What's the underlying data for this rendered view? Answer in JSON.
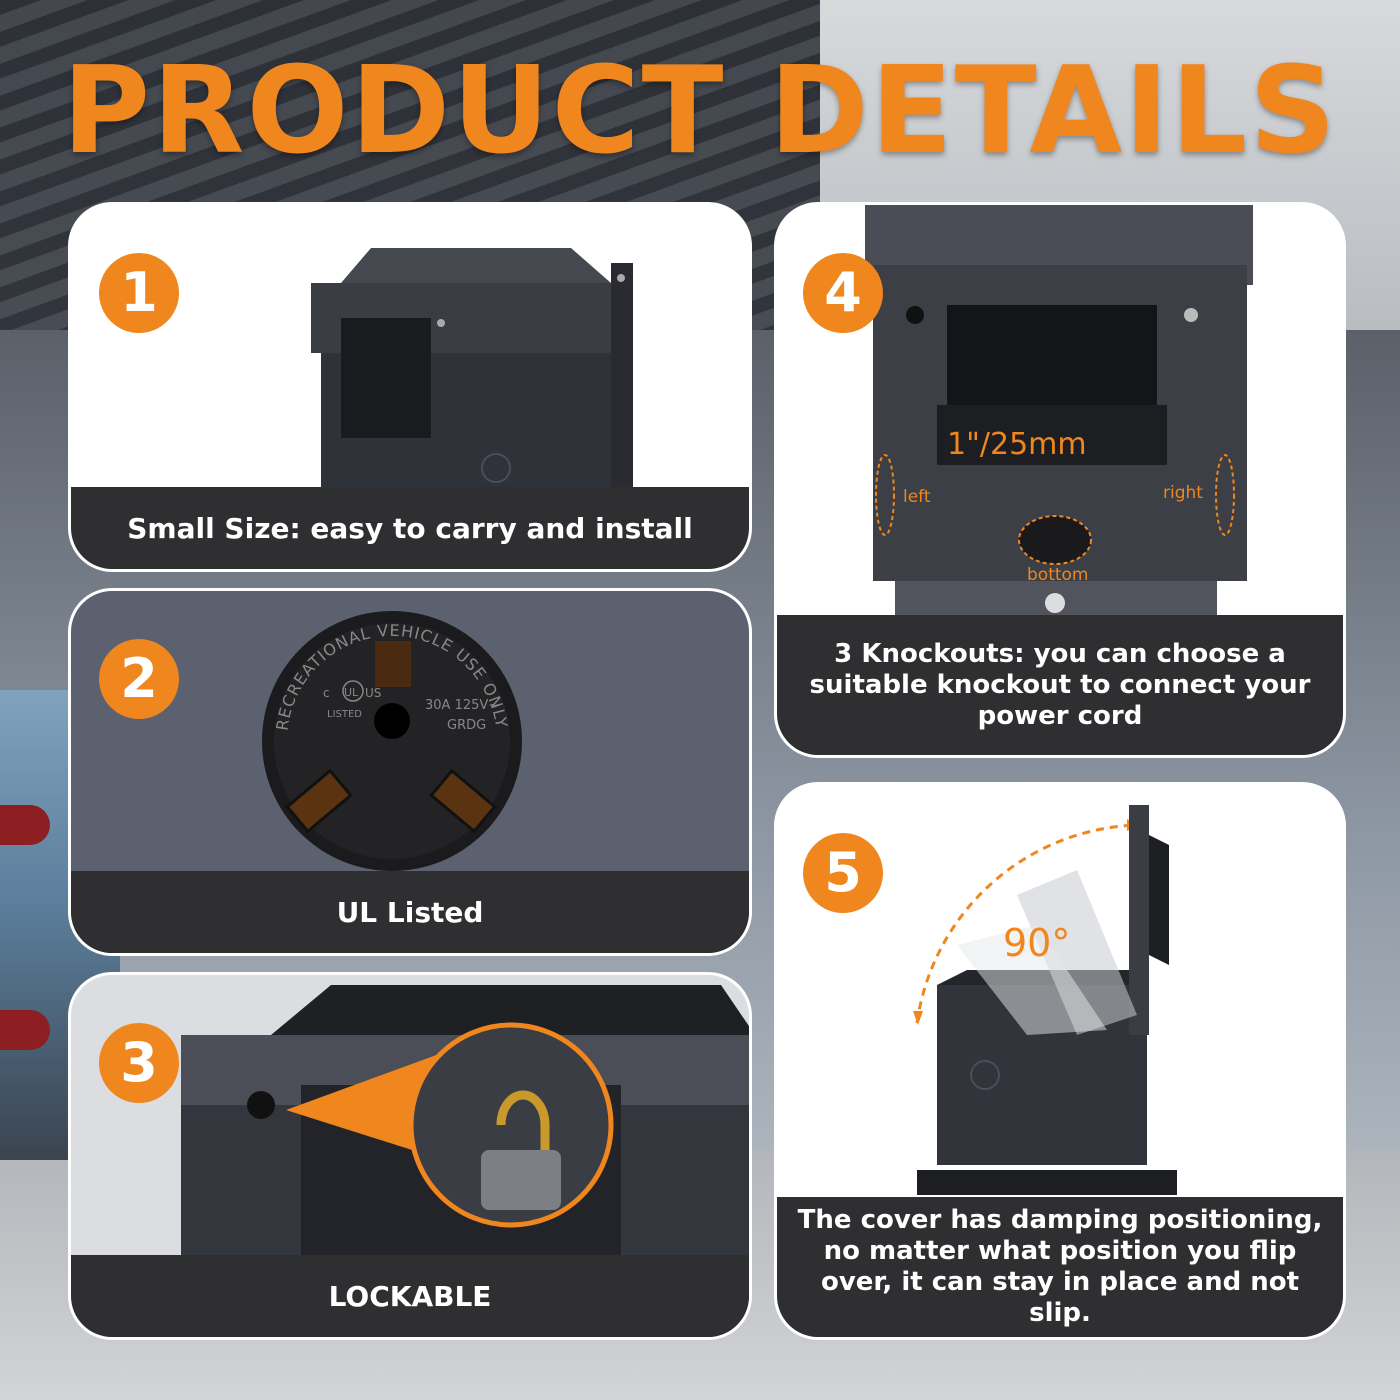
{
  "headline": "PRODUCT DETAILS",
  "accent_color": "#f0861e",
  "panels": [
    {
      "number": "1",
      "caption": "Small Size: easy to carry and install"
    },
    {
      "number": "2",
      "caption": "UL Listed",
      "outlet_ring_text": "RECREATIONAL VEHICLE USE ONLY",
      "outlet_mark": "UL",
      "outlet_mark_c": "c",
      "outlet_mark_us": "US",
      "outlet_listed": "LISTED",
      "outlet_rating": "30A  125V~",
      "outlet_grdg": "GRDG"
    },
    {
      "number": "3",
      "caption": "LOCKABLE"
    },
    {
      "number": "4",
      "caption": "3 Knockouts: you can choose a suitable knockout to connect your power cord",
      "dimension": "1\"/25mm",
      "knockouts": {
        "left": "left",
        "right": "right",
        "bottom": "bottom"
      }
    },
    {
      "number": "5",
      "caption": "The cover has damping positioning, no matter what position you flip over, it can stay in place and not slip.",
      "angle": "90°"
    }
  ]
}
